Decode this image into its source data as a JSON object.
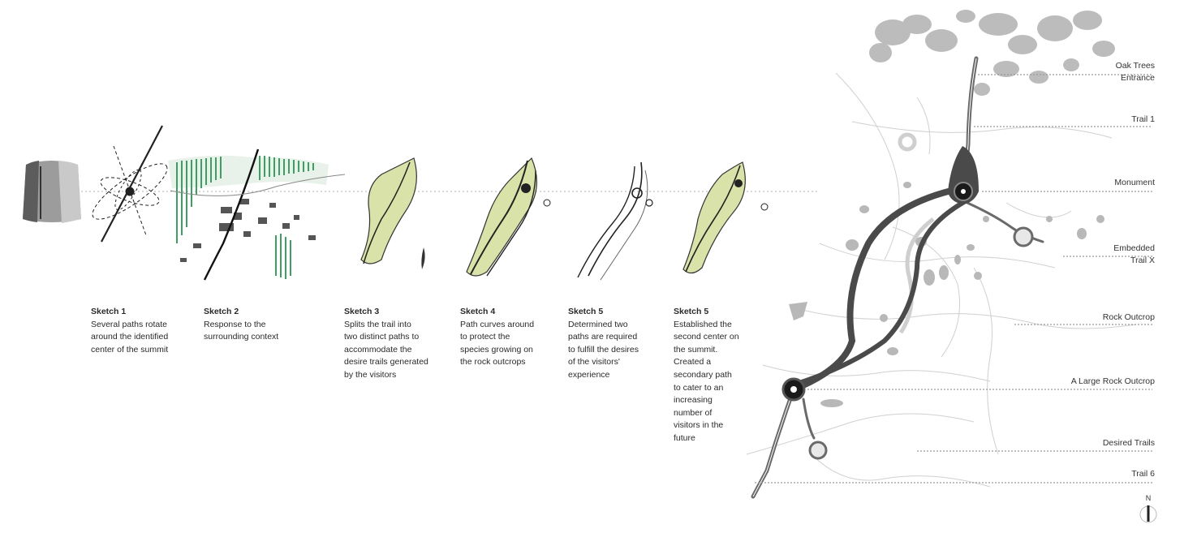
{
  "sketches": [
    {
      "title": "Sketch 1",
      "body": "Several paths rotate\naround the identified\ncenter of the summit"
    },
    {
      "title": "Sketch 2",
      "body": "Response to the\nsurrounding context"
    },
    {
      "title": "Sketch 3",
      "body": "Splits the trail into\ntwo distinct paths to\naccommodate the\ndesire trails generated\nby the visitors"
    },
    {
      "title": "Sketch 4",
      "body": "Path curves around\nto protect the\nspecies growing on\nthe rock outcrops"
    },
    {
      "title": "Sketch 5",
      "body": "Determined two\npaths are required\nto fulfill the desires\nof the visitors'\nexperience"
    },
    {
      "title": "Sketch 5",
      "body": "Established the\nsecond center on\nthe summit.\nCreated a\nsecondary path\nto cater to an\nincreasing\nnumber of\nvisitors in the\nfuture"
    }
  ],
  "map_labels": {
    "oak_trees_entrance": "Oak  Trees\nEntrance",
    "trail_1": "Trail 1",
    "monument": "Monument",
    "embedded_trail_x": "Embedded\nTrail X",
    "rock_outcrop": "Rock Outcrop",
    "large_rock_outcrop": "A Large Rock Outcrop",
    "desired_trails": "Desired Trails",
    "trail_6": "Trail 6"
  },
  "north_arrow": {
    "letter": "N"
  },
  "colors": {
    "path_dark": "#4a4a4a",
    "vegetation_green": "#3f9e62",
    "sketch_fill": "#d9e2a8",
    "rock_gray": "#b8b8b8",
    "leader_dots": "#9a9a9a"
  }
}
